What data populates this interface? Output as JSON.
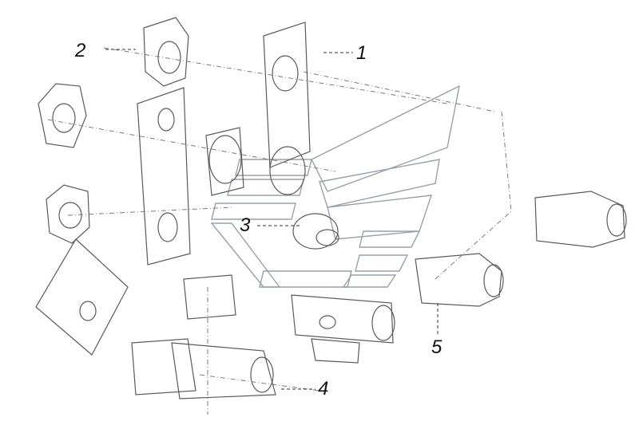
{
  "diagram": {
    "callouts": [
      {
        "id": "1",
        "label": "1"
      },
      {
        "id": "2",
        "label": "2"
      },
      {
        "id": "3",
        "label": "3"
      },
      {
        "id": "4",
        "label": "4"
      },
      {
        "id": "5",
        "label": "5"
      }
    ]
  },
  "colors": {
    "line": "#5a5a5a",
    "background": "#ffffff",
    "watermark": "#9aa0a8"
  }
}
